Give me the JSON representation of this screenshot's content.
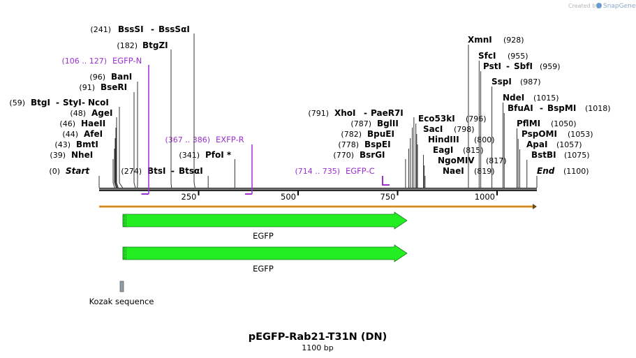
{
  "watermark": {
    "created_by": "Created by",
    "brand": "SnapGene"
  },
  "plasmid": {
    "name": "pEGFP-Rab21-T31N (DN)",
    "length_label": "1100 bp",
    "length": 1100
  },
  "ruler": {
    "ticks": [
      250,
      500,
      750,
      1000
    ]
  },
  "ends": {
    "start_pos": "(0)",
    "start": "Start",
    "end": "End",
    "end_pos": "(1100)"
  },
  "left_sites": [
    {
      "pos": "(241)",
      "name": "BssSI",
      "sep": "-",
      "name2": "BssSαI",
      "site": 241
    },
    {
      "pos": "(182)",
      "name": "BtgZI",
      "site": 182
    },
    {
      "pos": "(96)",
      "name": "BanI",
      "site": 96
    },
    {
      "pos": "(91)",
      "name": "BseRI",
      "site": 91
    },
    {
      "pos": "(59)",
      "name": "BtgI",
      "sep": "-",
      "name2": "StyI",
      "sep2": "-",
      "name3": "NcoI",
      "site": 59
    },
    {
      "pos": "(48)",
      "name": "AgeI",
      "site": 48
    },
    {
      "pos": "(46)",
      "name": "HaeII",
      "site": 46
    },
    {
      "pos": "(44)",
      "name": "AfeI",
      "site": 44
    },
    {
      "pos": "(43)",
      "name": "BmtI",
      "site": 43
    },
    {
      "pos": "(39)",
      "name": "NheI",
      "site": 39
    },
    {
      "pos": "(341)",
      "name": "PfoI *",
      "site": 341
    },
    {
      "pos": "(274)",
      "name": "BtsI",
      "sep": "-",
      "name2": "BtsαI",
      "site": 274
    }
  ],
  "mid_sites": [
    {
      "pos": "(791)",
      "name": "XhoI",
      "sep": "-",
      "name2": "PaeR7I",
      "site": 791
    },
    {
      "pos": "(787)",
      "name": "BglII",
      "site": 787
    },
    {
      "pos": "(782)",
      "name": "BpuEI",
      "site": 782
    },
    {
      "pos": "(778)",
      "name": "BspEI",
      "site": 778
    },
    {
      "pos": "(770)",
      "name": "BsrGI",
      "site": 770
    }
  ],
  "right_sites": [
    {
      "name": "XmnI",
      "pos": "(928)",
      "site": 928
    },
    {
      "name": "SfcI",
      "pos": "(955)",
      "site": 955
    },
    {
      "name": "PstI",
      "sep": "-",
      "name2": "SbfI",
      "pos": "(959)",
      "site": 959
    },
    {
      "name": "SspI",
      "pos": "(987)",
      "site": 987
    },
    {
      "name": "NdeI",
      "pos": "(1015)",
      "site": 1015
    },
    {
      "name": "BfuAI",
      "sep": "-",
      "name2": "BspMI",
      "pos": "(1018)",
      "site": 1018
    },
    {
      "name": "PflMI",
      "pos": "(1050)",
      "site": 1050
    },
    {
      "name": "PspOMI",
      "pos": "(1053)",
      "site": 1053
    },
    {
      "name": "ApaI",
      "pos": "(1057)",
      "site": 1057
    },
    {
      "name": "BstBI",
      "pos": "(1075)",
      "site": 1075
    },
    {
      "name": "Eco53kI",
      "pos": "(796)",
      "site": 796
    },
    {
      "name": "SacI",
      "pos": "(798)",
      "site": 798
    },
    {
      "name": "HindIII",
      "pos": "(800)",
      "site": 800
    },
    {
      "name": "EagI",
      "pos": "(815)",
      "site": 815
    },
    {
      "name": "NgoMIV",
      "pos": "(817)",
      "site": 817
    },
    {
      "name": "NaeI",
      "pos": "(819)",
      "site": 819
    }
  ],
  "primers": [
    {
      "pos": "(106 .. 127)",
      "name": "EGFP-N",
      "from": 106,
      "to": 127,
      "direction": "forward"
    },
    {
      "pos": "(367 .. 386)",
      "name": "EXFP-R",
      "from": 367,
      "to": 386,
      "direction": "reverse"
    },
    {
      "pos": "(714 .. 735)",
      "name": "EGFP-C",
      "from": 714,
      "to": 735,
      "direction": "forward"
    }
  ],
  "features": [
    {
      "name": "EGFP",
      "from": 60,
      "to": 779,
      "color": "#22ee22"
    },
    {
      "name": "EGFP",
      "from": 60,
      "to": 779,
      "color": "#22ee22"
    },
    {
      "name": "Kozak sequence",
      "from": 53,
      "to": 63,
      "color": "#8f9ea8"
    }
  ],
  "colors": {
    "primer": "#9b2fcf",
    "backbone_arrow": "#f5a623",
    "feature": "#22ee22"
  }
}
